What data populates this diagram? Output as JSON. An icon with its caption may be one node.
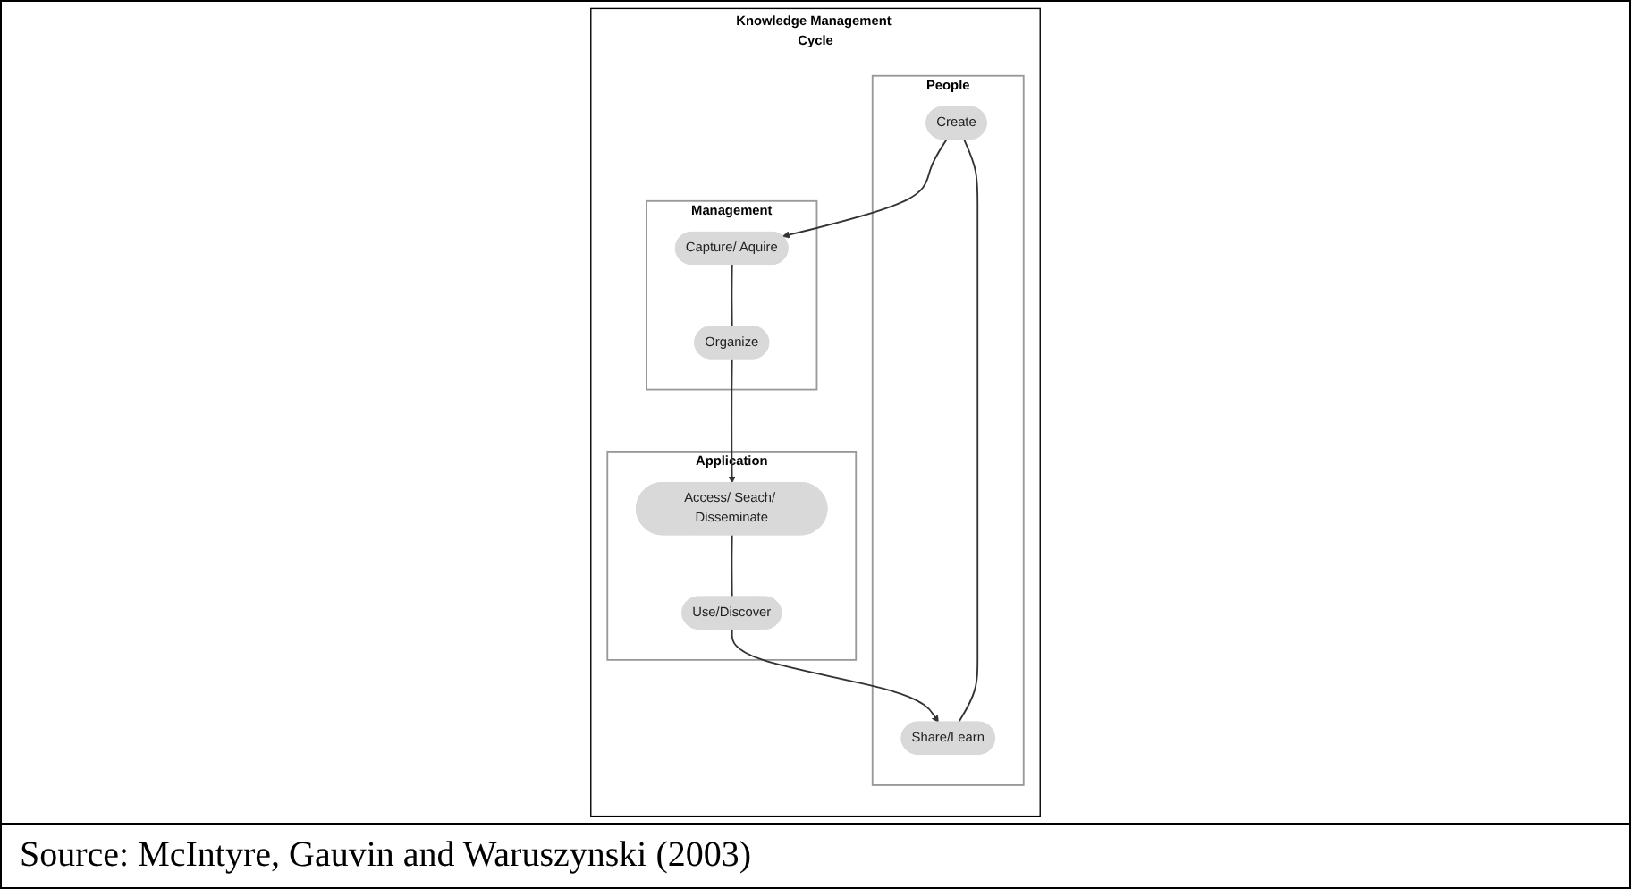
{
  "diagram": {
    "caption": "Source: McIntyre, Gauvin and Waruszynski (2003)",
    "nodes": [
      {
        "text": [
          "Knowledge Management Cycle"
        ]
      },
      {
        "text": [
          "Management"
        ],
        "in": 0
      },
      {
        "text": [
          "Capture/ Aquire"
        ],
        "in": 1
      },
      {
        "text": [
          "Organize"
        ],
        "in": 1
      },
      {
        "text": [
          "Application"
        ],
        "in": 0
      },
      {
        "text": [
          "Access/ Seach/ Disseminate"
        ],
        "in": 4
      },
      {
        "text": [
          "Use/Discover"
        ],
        "in": 4
      },
      {
        "text": [
          "People"
        ],
        "in": 0
      },
      {
        "text": [
          "Create"
        ],
        "in": 7
      },
      {
        "text": [
          "Share/Learn"
        ],
        "in": 7
      }
    ],
    "edges": [
      {
        "from": 2,
        "to": 3,
        "arrow": "none"
      },
      {
        "from": 3,
        "to": 5,
        "arrow": "to"
      },
      {
        "from": 5,
        "to": 6,
        "arrow": "none"
      },
      {
        "from": 6,
        "to": 9,
        "arrow": "to"
      },
      {
        "from": 9,
        "to": 8,
        "arrow": "none"
      },
      {
        "from": 8,
        "to": 2,
        "arrow": "to"
      }
    ]
  }
}
